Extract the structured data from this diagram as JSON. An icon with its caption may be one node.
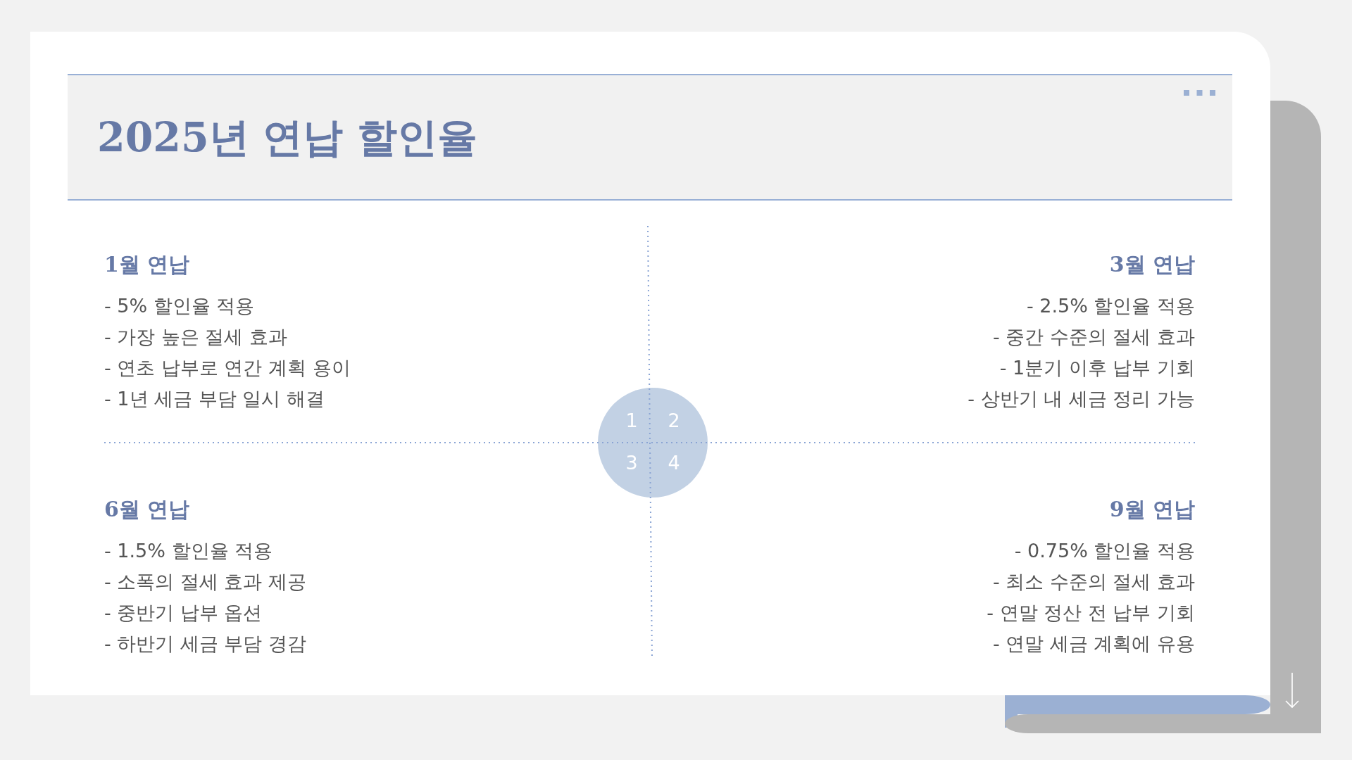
{
  "diagram": {
    "title": "2025년 연납 할인율",
    "nodes": [
      {
        "text": [
          "1",
          "2",
          "3",
          "4"
        ]
      }
    ],
    "labels": [
      "1월 연납",
      "- 5% 할인율 적용",
      "- 가장 높은 절세 효과",
      "- 연초 납부로 연간 계획 용이",
      "- 1년 세금 부담 일시 해결",
      "3월 연납",
      "- 2.5% 할인율 적용",
      "- 중간 수준의 절세 효과",
      "- 1분기 이후 납부 기회",
      "- 상반기 내 세금 정리 가능",
      "6월 연납",
      "- 1.5% 할인율 적용",
      "- 소폭의 절세 효과 제공",
      "- 중반기 납부 옵션",
      "- 하반기 세금 부담 경감",
      "9월 연납",
      "- 0.75% 할인율 적용",
      "- 최소 수준의 절세 효과",
      "- 연말 정산 전 납부 기회",
      "- 연말 세금 계획에 유용"
    ]
  }
}
